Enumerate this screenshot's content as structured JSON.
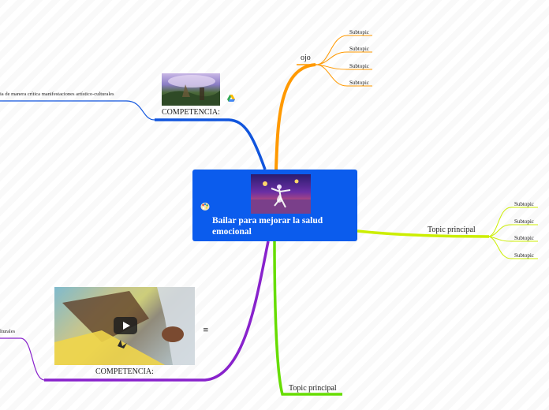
{
  "central": {
    "title": "Bailar para mejorar la salud emocional",
    "image_icon": "dancer-photo",
    "note_icon": "palette-icon",
    "color": "#0b5ced"
  },
  "branches": {
    "ojo": {
      "label": "ojo",
      "color": "#ff9900",
      "subtopics": [
        "Subtopic",
        "Subtopic",
        "Subtopic",
        "Subtopic"
      ]
    },
    "right_topic": {
      "label": "Topic principal",
      "color": "#ccee00",
      "subtopics": [
        "Subtopic",
        "Subtopic",
        "Subtopic",
        "Subtopic"
      ]
    },
    "bottom_topic": {
      "label": "Topic principal",
      "color": "#66dd00"
    },
    "competencia_top": {
      "label": "COMPETENCIA:",
      "color": "#1155dd",
      "child": "ia de manera crítica manifestaciones artístico-culturales",
      "attachment_icon": "google-drive-icon"
    },
    "competencia_bottom": {
      "label": "COMPETENCIA:",
      "color": "#8822cc",
      "child": "lturales",
      "notes_icon": "≡"
    }
  }
}
